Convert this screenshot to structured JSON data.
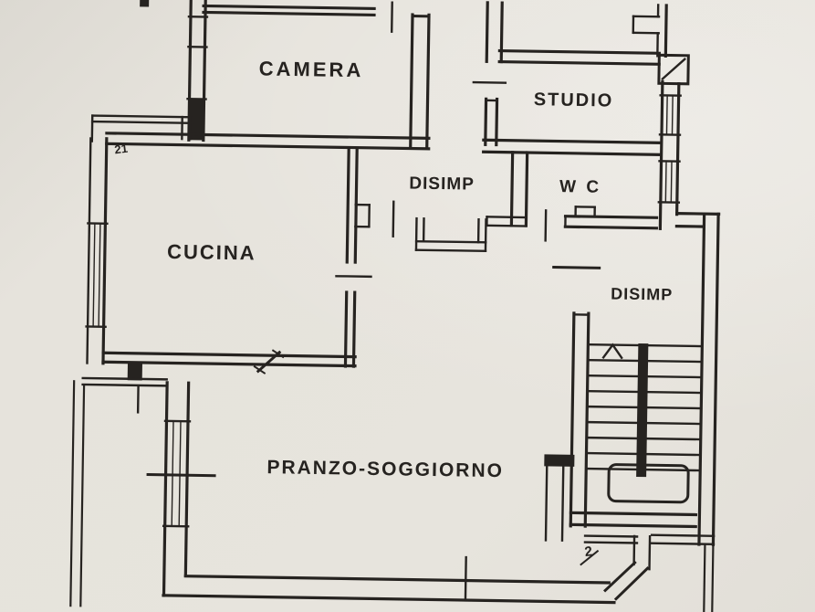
{
  "plan": {
    "type": "apartment-floor-plan",
    "colors": {
      "paper": "#e6e3dc",
      "ink": "#262320"
    },
    "rooms": [
      {
        "id": "camera",
        "label": "CAMERA"
      },
      {
        "id": "studio",
        "label": "STUDIO"
      },
      {
        "id": "disimp-hall",
        "label": "DISIMP"
      },
      {
        "id": "wc",
        "label": "W C"
      },
      {
        "id": "cucina",
        "label": "CUCINA"
      },
      {
        "id": "disimp-stairs",
        "label": "DISIMP"
      },
      {
        "id": "pranzo-soggiorno",
        "label": "PRANZO-SOGGIORNO"
      }
    ],
    "door_marks": [
      {
        "id": "door-mark-cucina-entry",
        "text": "21"
      },
      {
        "id": "door-mark-stairs",
        "text": "2"
      }
    ],
    "stairs": {
      "direction": "up"
    }
  }
}
